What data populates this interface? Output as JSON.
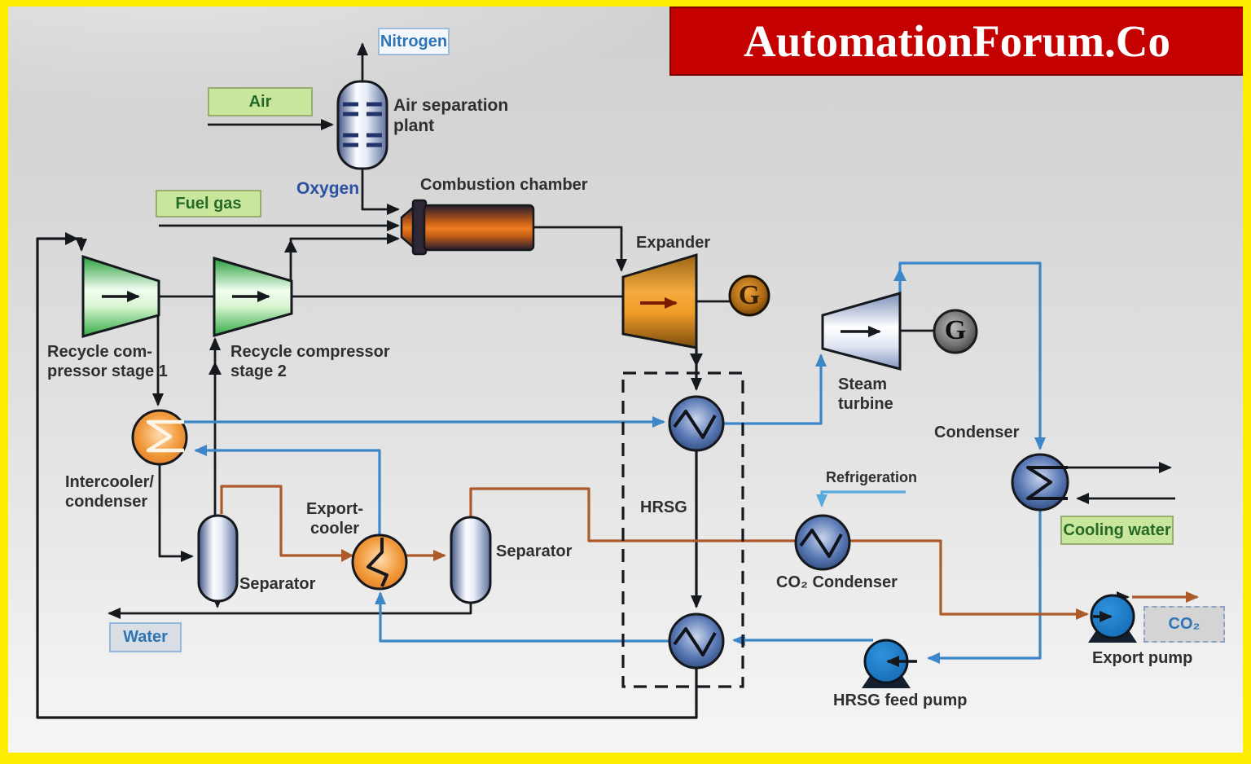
{
  "banner": {
    "text": "AutomationForum.Co"
  },
  "labels": {
    "nitrogen": "Nitrogen",
    "air": "Air",
    "air_separation_plant": "Air separation\nplant",
    "oxygen": "Oxygen",
    "fuel_gas": "Fuel gas",
    "combustion_chamber": "Combustion chamber",
    "expander": "Expander",
    "generator_expander": "G",
    "generator_steam": "G",
    "recycle_compressor_stage1": "Recycle com-\npressor stage 1",
    "recycle_compressor_stage2": "Recycle compressor\nstage 2",
    "intercooler_condenser": "Intercooler/\ncondenser",
    "separator_1": "Separator",
    "export_cooler": "Export-\ncooler",
    "separator_2": "Separator",
    "water": "Water",
    "hrsg": "HRSG",
    "steam_turbine": "Steam\nturbine",
    "condenser": "Condenser",
    "refrigeration": "Refrigeration",
    "co2_condenser": "CO₂ Condenser",
    "cooling_water": "Cooling water",
    "co2": "CO₂",
    "export_pump": "Export pump",
    "hrsg_feed_pump": "HRSG feed pump"
  },
  "colors": {
    "frame": "#feed00",
    "banner_bg": "#c40000",
    "banner_text": "#ffffff",
    "line_black": "#15181d",
    "water_steam_line": "#3b87c8",
    "co2_line": "#ad5a28",
    "refrigeration_line": "#58a9dc",
    "label_text": "#2f2f2f",
    "gas_box_fill": "#c8e69c",
    "gas_box_text": "#276a28",
    "stream_label_text": "#2e75b6",
    "compressor_fill": "#35ab47",
    "expander_fill": "#f2a93e",
    "steam_turbine_fill": "#b9c6e0",
    "heat_exchanger_fill": "#2b4a86",
    "cooler_fill": "#f29a3c",
    "pump_fill": "#1878c8"
  }
}
